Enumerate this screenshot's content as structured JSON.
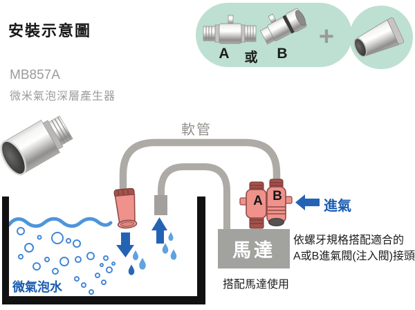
{
  "page": {
    "title": "安裝示意圖"
  },
  "product": {
    "model": "MB857A",
    "name": "微米氣泡深層產生器"
  },
  "kit": {
    "option_a_label": "A",
    "or_label": "或",
    "option_b_label": "B",
    "plus_label": "+"
  },
  "diagram": {
    "hose_label": "軟管",
    "air_intake_label": "進氣",
    "valve_a_label": "A",
    "valve_b_label": "B",
    "motor_label": "馬達",
    "motor_caption": "搭配馬達使用",
    "bubble_water_label": "微氣泡水",
    "note_line1": "依螺牙規格搭配適合的",
    "note_line2": "A或B進氣閥(注入閥)接頭"
  },
  "icons": {
    "air_intake_arrow": "left-arrow",
    "spray_arrow": "down-arrow",
    "suction_arrow": "up-arrow",
    "plus_sign": "+"
  },
  "colors": {
    "accent_blue": "#1a5cb0",
    "arrow_blue": "#2463b4",
    "droplet_blue": "#5ea3e0",
    "wave_blue": "#4e95da",
    "bubble_blue": "#4187d6",
    "valve_pink": "#ef928c",
    "valve_pink_dark": "#a4524c",
    "valve_outline": "#8d4a45",
    "mint": "#bde0d3",
    "hose_gray": "#aeaaa6",
    "motor_gray": "#a2a29f",
    "tank_black": "#111111",
    "text_gray": "#9b9b9b"
  }
}
